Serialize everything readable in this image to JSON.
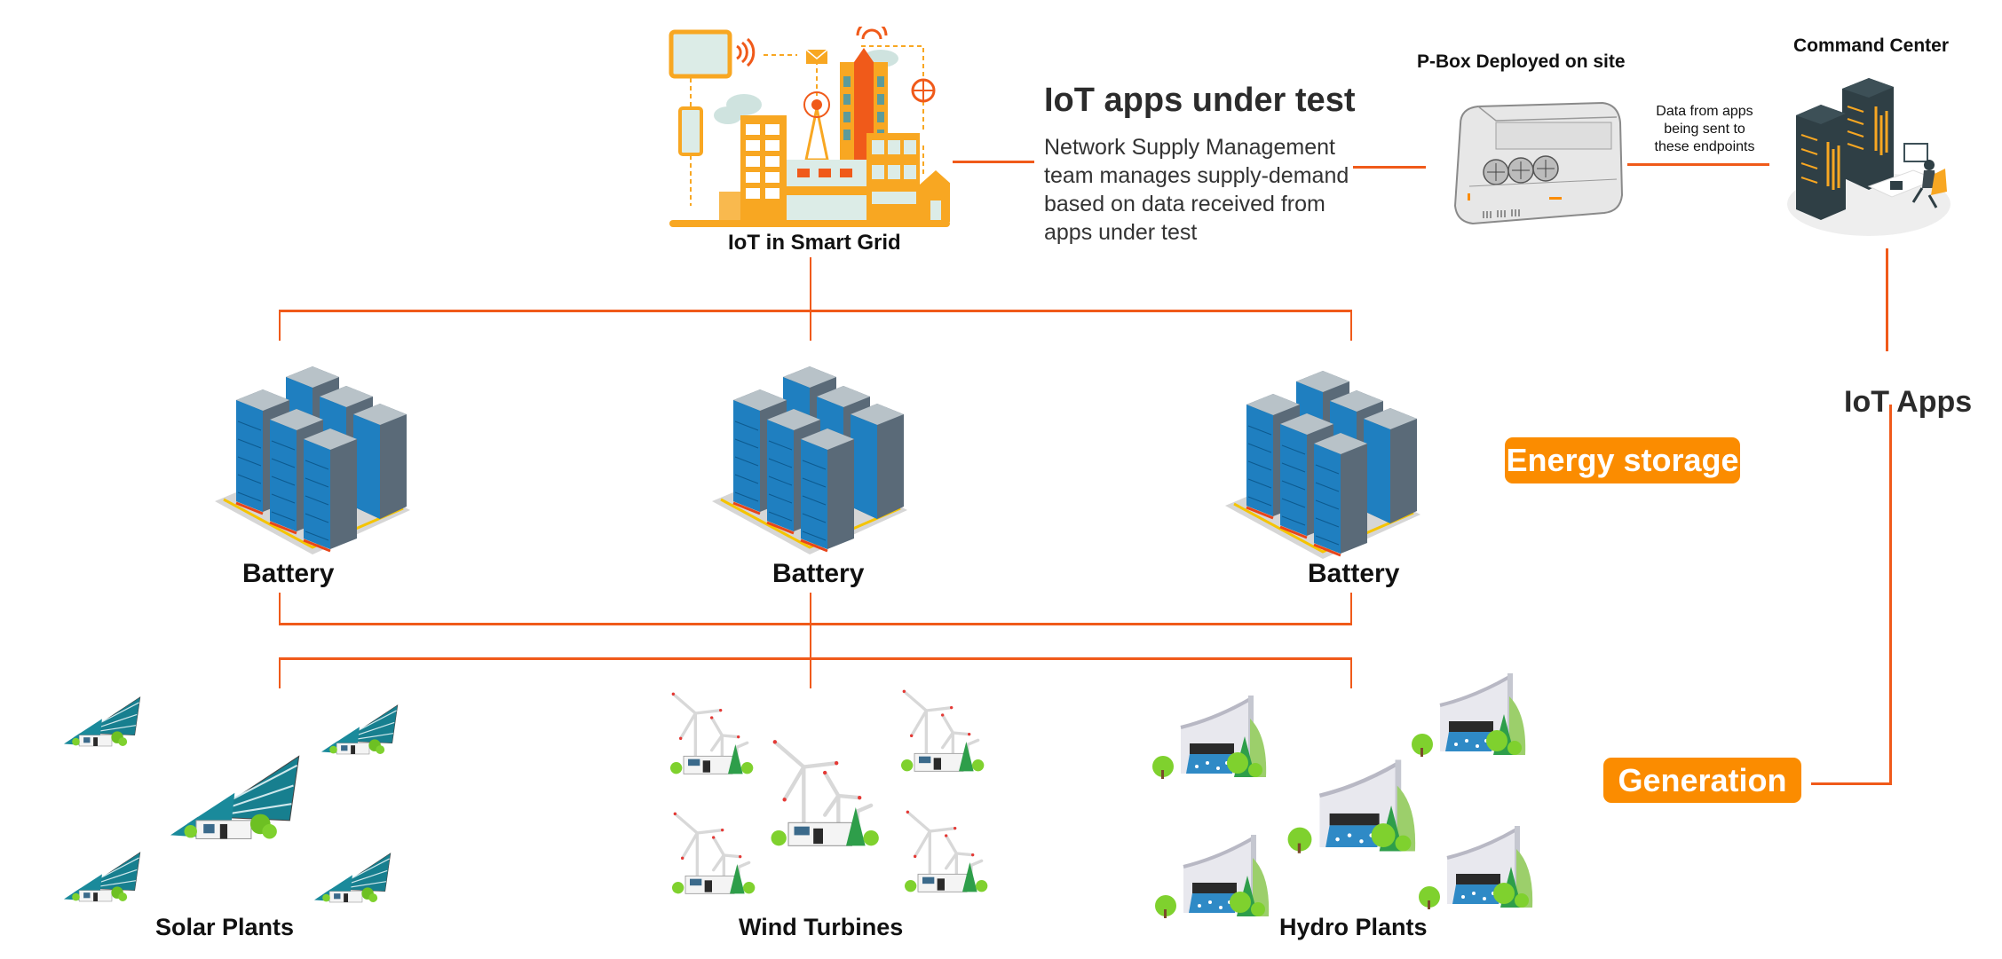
{
  "colors": {
    "connector": "#f05a1a",
    "badge_bg": "#fb8c00",
    "badge_text": "#ffffff",
    "heading_text": "#2b2b2b"
  },
  "smart_grid": {
    "label": "IoT in Smart Grid",
    "icon": "smart-city-iot-illustration"
  },
  "apps_under_test": {
    "title": "IoT apps under test",
    "description": "Network Supply Management team manages supply-demand based on data received from apps under test"
  },
  "pbox": {
    "label": "P-Box Deployed on site",
    "icon": "pbox-hardware-unit"
  },
  "endpoint_note": {
    "lines": [
      "Data from apps",
      "being sent to",
      "these endpoints"
    ]
  },
  "command_center": {
    "label": "Command Center",
    "icon": "server-operator-illustration"
  },
  "iot_apps_label": "IoT Apps",
  "energy_storage_badge": "Energy storage",
  "generation_badge": "Generation",
  "batteries": [
    {
      "label": "Battery",
      "icon": "server-rack-battery"
    },
    {
      "label": "Battery",
      "icon": "server-rack-battery"
    },
    {
      "label": "Battery",
      "icon": "server-rack-battery"
    }
  ],
  "generation_sources": [
    {
      "label": "Solar Plants",
      "icon": "solar-plant",
      "count": 5
    },
    {
      "label": "Wind Turbines",
      "icon": "wind-turbine",
      "count": 5
    },
    {
      "label": "Hydro Plants",
      "icon": "hydro-plant",
      "count": 5
    }
  ]
}
